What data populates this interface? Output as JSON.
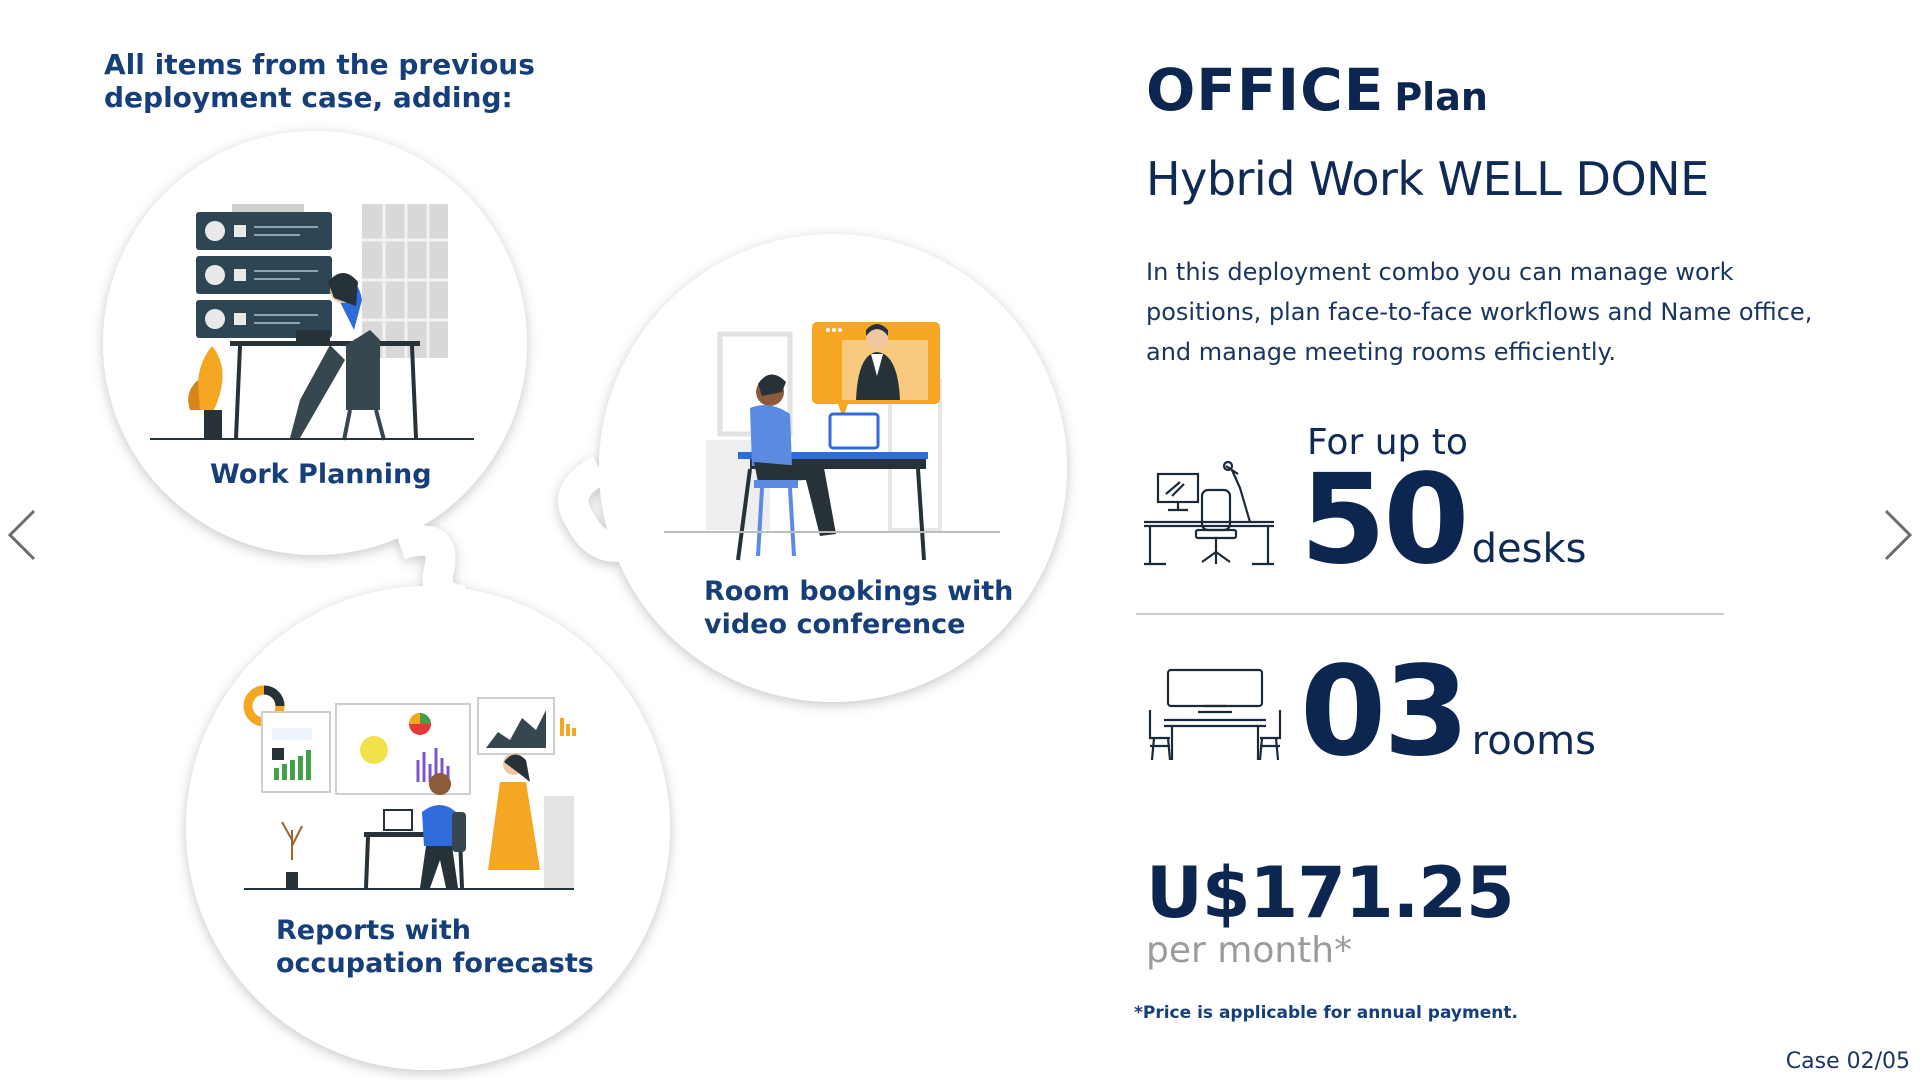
{
  "intro": {
    "line1": "All items from the previous",
    "line2": "deployment case, adding:"
  },
  "features": [
    {
      "line1": "Work Planning",
      "line2": ""
    },
    {
      "line1": "Room bookings with",
      "line2": "video conference"
    },
    {
      "line1": "Reports with",
      "line2": "occupation forecasts"
    }
  ],
  "plan": {
    "name": "OFFICE",
    "suffix": "Plan",
    "tagline": "Hybrid Work WELL DONE",
    "description": "In this deployment combo you can manage work positions, plan face-to-face workflows and Name office, and manage meeting rooms efficiently."
  },
  "capacity": {
    "prefix": "For up to",
    "desks": {
      "value": "50",
      "unit": "desks"
    },
    "rooms": {
      "value": "03",
      "unit": "rooms"
    }
  },
  "pricing": {
    "amount": "U$171.25",
    "period": "per month*",
    "note": "*Price is applicable for annual payment."
  },
  "pagination": "Case 02/05",
  "colors": {
    "navy": "#0c2650",
    "blue": "#163f7a",
    "accent_yellow": "#f5a623",
    "accent_blue": "#2f6bdb",
    "gray": "#9b9b9b"
  },
  "icons": {
    "prev": "chevron-left-icon",
    "next": "chevron-right-icon",
    "desk": "desk-workstation-icon",
    "room": "meeting-room-icon"
  }
}
